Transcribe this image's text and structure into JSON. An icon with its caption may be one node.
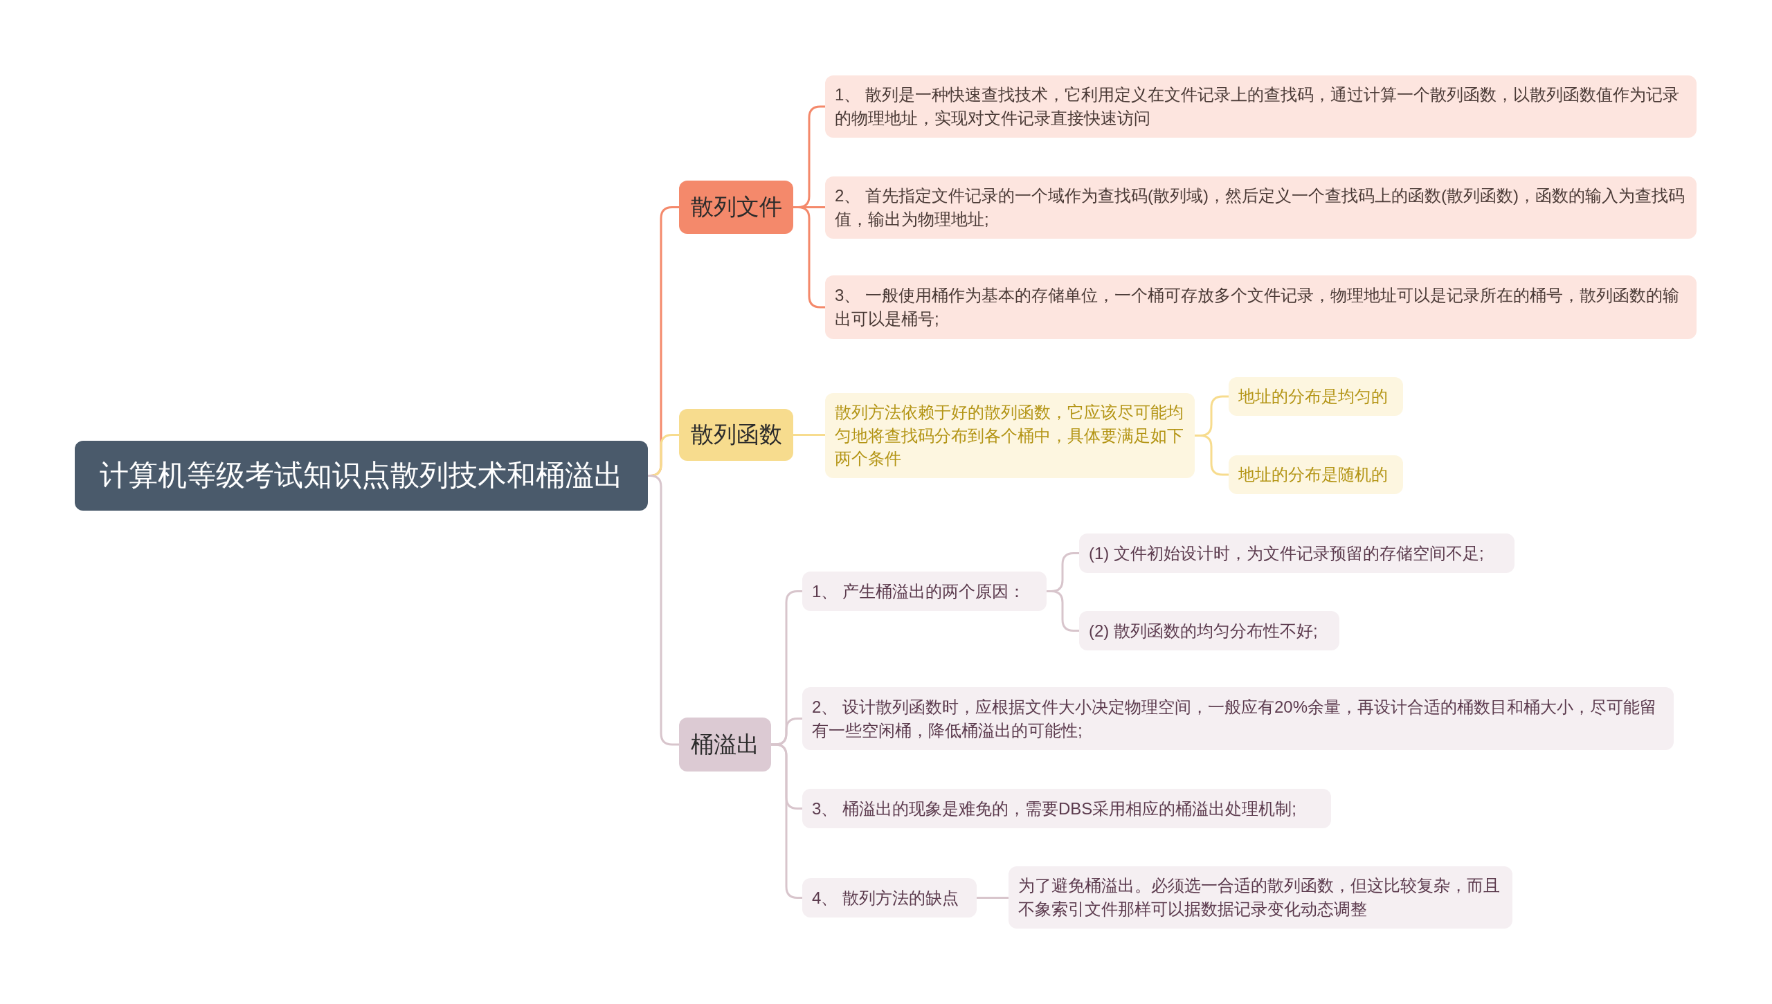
{
  "diagram": {
    "nodes": [
      {
        "text": [
          "计算机等级考试知识点散列技术和桶溢出"
        ]
      },
      {
        "text": [
          "散列文件"
        ]
      },
      {
        "text": [
          "1、 散列是一种快速查找技术，它利用定义在文件记录上的查找码，通过计算一个散列函数，以散列函数值作为记录的物理地址，实现对文件记录直接快速访问"
        ]
      },
      {
        "text": [
          "2、 首先指定文件记录的一个域作为查找码(散列域)，然后定义一个查找码上的函数(散列函数)，函数的输入为查找码值，输出为物理地址;"
        ]
      },
      {
        "text": [
          "3、 一般使用桶作为基本的存储单位，一个桶可存放多个文件记录，物理地址可以是记录所在的桶号，散列函数的输出可以是桶号;"
        ]
      },
      {
        "text": [
          "散列函数"
        ]
      },
      {
        "text": [
          "散列方法依赖于好的散列函数，它应该尽可能均匀地将查找码分布到各个桶中，具体要满足如下两个条件"
        ]
      },
      {
        "text": [
          "地址的分布是均匀的"
        ]
      },
      {
        "text": [
          "地址的分布是随机的"
        ]
      },
      {
        "text": [
          "桶溢出"
        ]
      },
      {
        "text": [
          "1、 产生桶溢出的两个原因："
        ]
      },
      {
        "text": [
          "(1) 文件初始设计时，为文件记录预留的存储空间不足;"
        ]
      },
      {
        "text": [
          "(2) 散列函数的均匀分布性不好;"
        ]
      },
      {
        "text": [
          "2、 设计散列函数时，应根据文件大小决定物理空间，一般应有20%余量，再设计合适的桶数目和桶大小，尽可能留有一些空闲桶，降低桶溢出的可能性;"
        ]
      },
      {
        "text": [
          "3、 桶溢出的现象是难免的，需要DBS采用相应的桶溢出处理机制;"
        ]
      },
      {
        "text": [
          "4、 散列方法的缺点"
        ]
      },
      {
        "text": [
          "为了避免桶溢出。必须选一合适的散列函数，但这比较复杂，而且不象索引文件那样可以据数据记录变化动态调整"
        ]
      }
    ],
    "edges": [
      {
        "from": 0,
        "to": 1,
        "arrow": "none",
        "color": "#f4896b"
      },
      {
        "from": 1,
        "to": 2,
        "arrow": "none",
        "color": "#f4896b"
      },
      {
        "from": 1,
        "to": 3,
        "arrow": "none",
        "color": "#f4896b"
      },
      {
        "from": 1,
        "to": 4,
        "arrow": "none",
        "color": "#f4896b"
      },
      {
        "from": 0,
        "to": 5,
        "arrow": "none",
        "color": "#f7dc8e"
      },
      {
        "from": 5,
        "to": 6,
        "arrow": "none",
        "color": "#f7dc8e"
      },
      {
        "from": 6,
        "to": 7,
        "arrow": "none",
        "color": "#f7dc8e"
      },
      {
        "from": 6,
        "to": 8,
        "arrow": "none",
        "color": "#f7dc8e"
      },
      {
        "from": 0,
        "to": 9,
        "arrow": "none"
      },
      {
        "from": 9,
        "to": 10,
        "arrow": "none"
      },
      {
        "from": 10,
        "to": 11,
        "arrow": "none"
      },
      {
        "from": 10,
        "to": 12,
        "arrow": "none"
      },
      {
        "from": 9,
        "to": 13,
        "arrow": "none"
      },
      {
        "from": 9,
        "to": 14,
        "arrow": "none"
      },
      {
        "from": 9,
        "to": 15,
        "arrow": "none"
      },
      {
        "from": 15,
        "to": 16,
        "arrow": "none"
      }
    ]
  }
}
